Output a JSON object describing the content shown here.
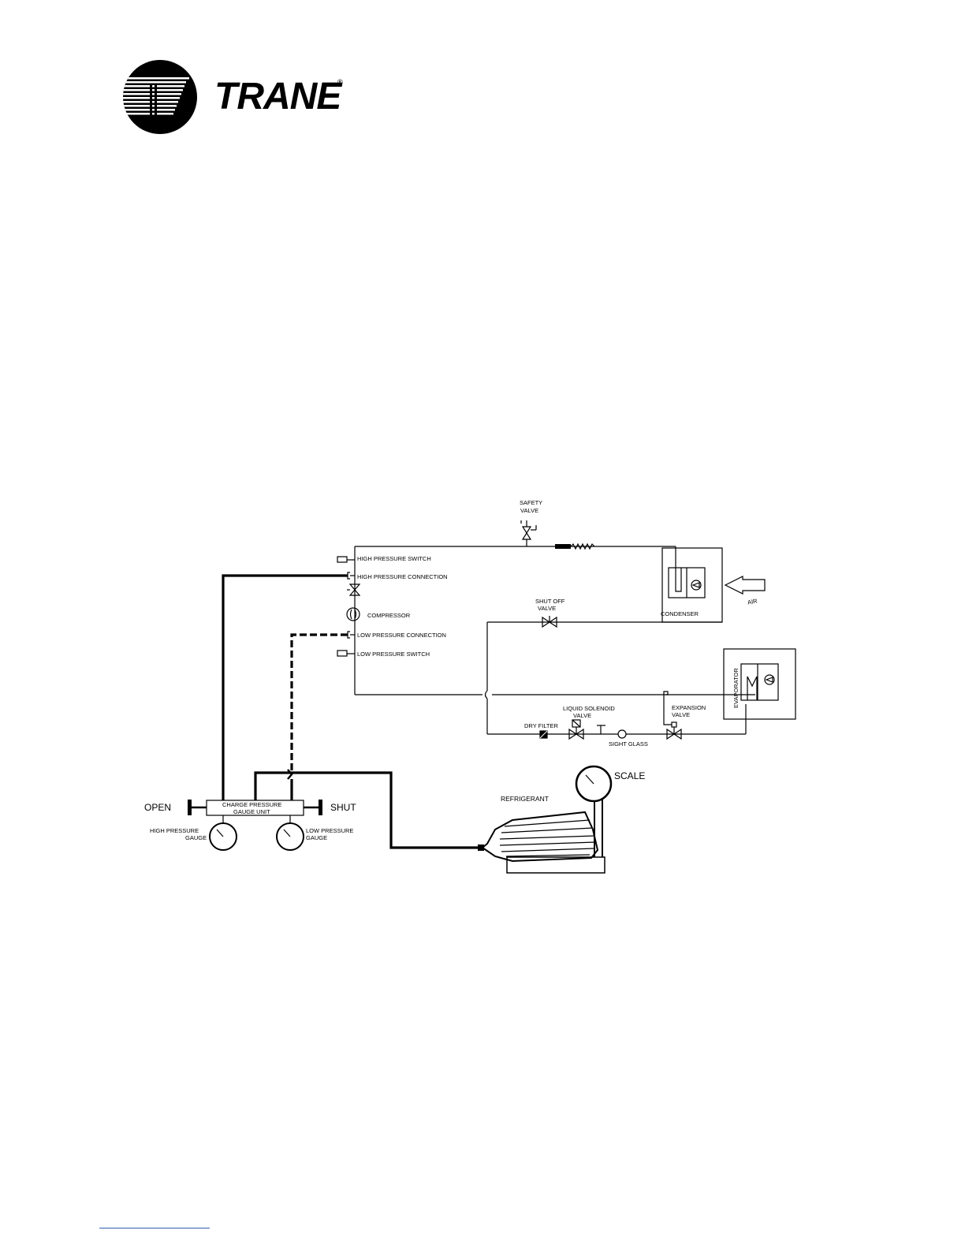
{
  "logo": {
    "brand": "TRANE",
    "reg_mark": "®"
  },
  "diagram": {
    "safety_valve": "SAFETY VALVE",
    "safety_valve_line1": "SAFETY",
    "safety_valve_line2": "VALVE",
    "high_pressure_switch": "HIGH PRESSURE SWITCH",
    "high_pressure_connection": "HIGH PRESSURE CONNECTION",
    "compressor": "COMPRESSOR",
    "low_pressure_connection": "LOW PRESSURE CONNECTION",
    "low_pressure_switch": "LOW PRESSURE SWITCH",
    "shut_off_valve_line1": "SHUT OFF",
    "shut_off_valve_line2": "VALVE",
    "condenser": "CONDENSER",
    "air": "AIR",
    "evaporator": "EVAPORATOR",
    "expansion_valve_line1": "EXPANSION",
    "expansion_valve_line2": "VALVE",
    "liquid_solenoid_valve_line1": "LIQUID SOLENOID",
    "liquid_solenoid_valve_line2": "VALVE",
    "dry_filter": "DRY FILTER",
    "sight_glass": "SIGHT GLASS",
    "open": "OPEN",
    "shut": "SHUT",
    "charge_unit_line1": "CHARGE PRESSURE",
    "charge_unit_line2": "GAUGE UNIT",
    "high_gauge_line1": "HIGH PRESSURE",
    "high_gauge_line2": "GAUGE",
    "low_gauge_line1": "LOW PRESSURE",
    "low_gauge_line2": "GAUGE",
    "refrigerant": "REFRIGERANT",
    "scale": "SCALE"
  }
}
